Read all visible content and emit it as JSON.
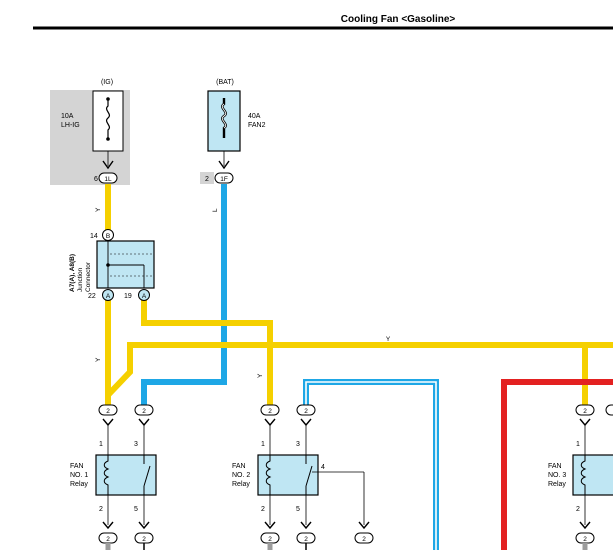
{
  "header": {
    "title": "Cooling Fan <Gasoline>"
  },
  "fuse_ig": {
    "source": "(IG)",
    "amp": "10A",
    "name": "LH-IG",
    "pin": "6",
    "connector": "1L"
  },
  "fuse_bat": {
    "source": "(BAT)",
    "amp": "40A",
    "name": "FAN2",
    "pin": "2",
    "connector": "1F"
  },
  "wire_colors": {
    "y": "Y",
    "l": "L"
  },
  "junction": {
    "label_line1": "A7(A), A8(B)",
    "label_line2": "Junction",
    "label_line3": "Connector",
    "top_pin": "14",
    "top_conn": "B",
    "bottom_left_pin": "22",
    "bottom_left_conn": "A",
    "bottom_right_pin": "19",
    "bottom_right_conn": "A"
  },
  "connector_label": "2",
  "relays": [
    {
      "line1": "FAN",
      "line2": "NO. 1",
      "line3": "Relay",
      "pins": [
        "1",
        "3",
        "2",
        "5"
      ]
    },
    {
      "line1": "FAN",
      "line2": "NO. 2",
      "line3": "Relay",
      "pins": [
        "1",
        "3",
        "4",
        "2",
        "5"
      ]
    },
    {
      "line1": "FAN",
      "line2": "NO. 3",
      "line3": "Relay",
      "pins": [
        "1",
        "2"
      ]
    }
  ],
  "colors": {
    "yellow": "#f5d000",
    "blue": "#1ea7e6",
    "red": "#e32121",
    "relay_fill": "#bfe6f3",
    "fuse_bg": "#d4d4d4"
  }
}
